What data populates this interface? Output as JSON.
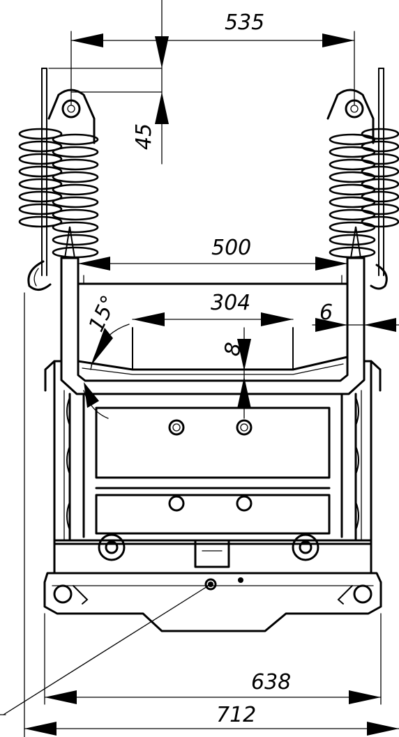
{
  "drawing": {
    "dimensions": {
      "d535": "535",
      "d45": "45",
      "d500": "500",
      "d304": "304",
      "d6": "6",
      "d15": "15°",
      "d8": "8",
      "d638": "638",
      "d712": "712"
    }
  }
}
